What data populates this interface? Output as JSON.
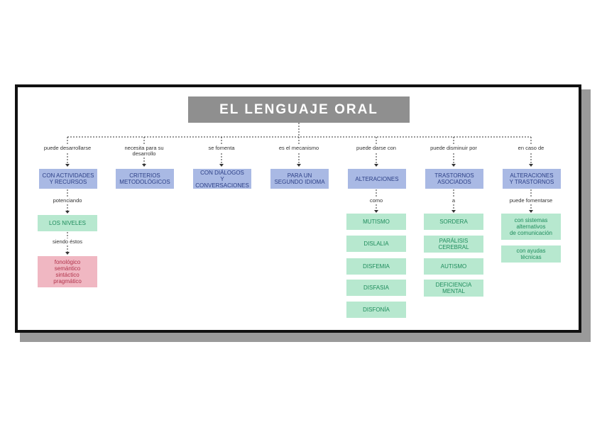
{
  "title": "EL LENGUAJE ORAL",
  "branches": [
    {
      "connector": "puede desarrollarse",
      "box": "CON ACTIVIDADES\nY RECURSOS",
      "sub_connector": "potenciando",
      "sub_items": [
        "LOS NIVELES"
      ],
      "sub2_connector": "siendo éstos",
      "sub2_items": [
        "fonológico\nsemántico\nsintáctico\npragmático"
      ]
    },
    {
      "connector": "necesita para su\ndesarrollo",
      "box": "CRITERIOS\nMETODOLÓGICOS"
    },
    {
      "connector": "se fomenta",
      "box": "CON DIÁLOGOS\nY CONVERSACIONES"
    },
    {
      "connector": "es el mecanismo",
      "box": "PARA UN\nSEGUNDO IDIOMA"
    },
    {
      "connector": "puede darse con",
      "box": "ALTERACIONES",
      "sub_connector": "como",
      "sub_items": [
        "MUTISMO",
        "DISLALIA",
        "DISFEMIA",
        "DISFASIA",
        "DISFONÍA"
      ]
    },
    {
      "connector": "puede disminuir por",
      "box": "TRASTORNOS\nASOCIADOS",
      "sub_connector": "a",
      "sub_items": [
        "SORDERA",
        "PARÁLISIS\nCEREBRAL",
        "AUTISMO",
        "DEFICIENCIA\nMENTAL"
      ]
    },
    {
      "connector": "en caso de",
      "box": "ALTERACIONES\nY TRASTORNOS",
      "sub_connector": "puede fomentarse",
      "sub_items": [
        "con sistemas\nalternativos\nde comunicación",
        "con ayudas\ntécnicas"
      ]
    }
  ]
}
